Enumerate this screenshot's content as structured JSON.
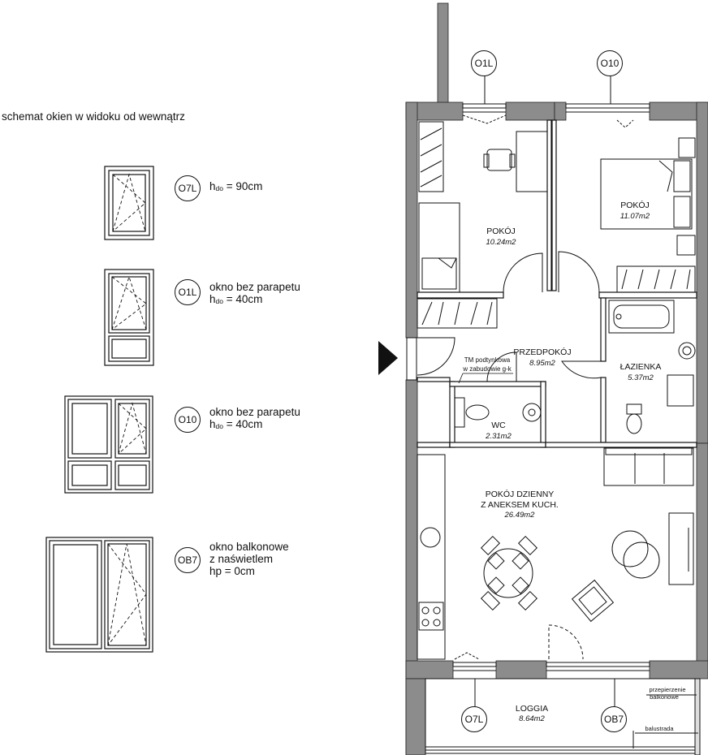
{
  "legend": {
    "title": "schemat okien w widoku od wewnątrz",
    "windows": [
      {
        "code": "O7L",
        "text1_prefix": "h",
        "text1_sub": "do",
        "text1_suffix": " = 90cm",
        "text2": ""
      },
      {
        "code": "O1L",
        "text1": "okno bez parapetu",
        "text2_prefix": "h",
        "text2_sub": "do",
        "text2_suffix": " = 40cm"
      },
      {
        "code": "O10",
        "text1": "okno bez parapetu",
        "text2_prefix": "h",
        "text2_sub": "do",
        "text2_suffix": " = 40cm"
      },
      {
        "code": "OB7",
        "text1": "okno balkonowe",
        "text2": "z naświetlem",
        "text3": "hp = 0cm"
      }
    ]
  },
  "plan": {
    "markers": {
      "top_left": "O1L",
      "top_right": "O10",
      "bottom_left": "O7L",
      "bottom_right": "OB7"
    },
    "rooms": {
      "bedroom1": {
        "name": "POKÓJ",
        "area": "10.24m2"
      },
      "bedroom2": {
        "name": "POKÓJ",
        "area": "11.07m2"
      },
      "hall": {
        "name": "PRZEDPOKÓJ",
        "area": "8.95m2"
      },
      "bathroom": {
        "name": "ŁAZIENKA",
        "area": "5.37m2"
      },
      "wc": {
        "name": "WC",
        "area": "2.31m2"
      },
      "living": {
        "name1": "POKÓJ DZIENNY",
        "name2": "Z ANEKSEM KUCH.",
        "area": "26.49m2"
      },
      "loggia": {
        "name": "LOGGIA",
        "area": "8.64m2"
      }
    },
    "notes": {
      "tm1": "TM podtynkowa",
      "tm2": "w zabudowie g-k",
      "partition1": "przepierzenie",
      "partition2": "balkonowe",
      "balustrade": "balustrada"
    }
  }
}
